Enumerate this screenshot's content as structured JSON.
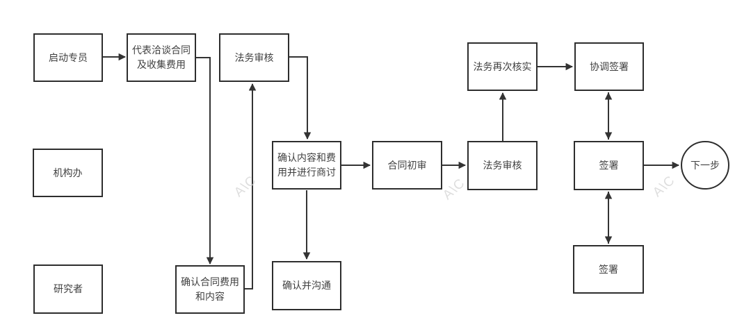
{
  "diagram": {
    "type": "flowchart",
    "nodes": [
      {
        "id": "start-specialist",
        "label": "启动专员"
      },
      {
        "id": "rep-negotiate-contract",
        "label": "代表洽谈合同\n及收集费用"
      },
      {
        "id": "legal-review-1",
        "label": "法务审核"
      },
      {
        "id": "institution-office",
        "label": "机构办"
      },
      {
        "id": "researcher",
        "label": "研究者"
      },
      {
        "id": "confirm-content-fee-discuss",
        "label": "确认内容和费\n用并进行商讨"
      },
      {
        "id": "contract-first-review",
        "label": "合同初审"
      },
      {
        "id": "legal-review-2",
        "label": "法务审核"
      },
      {
        "id": "legal-verify-again",
        "label": "法务再次核实"
      },
      {
        "id": "coordinate-signing",
        "label": "协调签署"
      },
      {
        "id": "signing-middle",
        "label": "签署"
      },
      {
        "id": "signing-bottom",
        "label": "签署"
      },
      {
        "id": "confirm-contract-fee-content",
        "label": "确认合同费用\n和内容"
      },
      {
        "id": "confirm-and-communicate",
        "label": "确认并沟通"
      },
      {
        "id": "next-step",
        "label": "下一步"
      }
    ],
    "edges": [
      "start-specialist -> rep-negotiate-contract",
      "rep-negotiate-contract -> confirm-contract-fee-content",
      "confirm-contract-fee-content -> legal-review-1",
      "legal-review-1 -> confirm-content-fee-discuss",
      "confirm-content-fee-discuss -> contract-first-review",
      "confirm-content-fee-discuss -> confirm-and-communicate",
      "contract-first-review -> legal-review-2",
      "legal-review-2 -> legal-verify-again",
      "legal-verify-again -> coordinate-signing",
      "coordinate-signing <-> signing-middle",
      "signing-middle <-> signing-bottom",
      "signing-middle -> next-step"
    ],
    "watermark_text": "A\\C",
    "colors": {
      "line": "#333333",
      "box_border": "#2d2d2d",
      "box_fill": "#ffffff",
      "text": "#404040",
      "watermark": "#d4d4d4"
    }
  }
}
